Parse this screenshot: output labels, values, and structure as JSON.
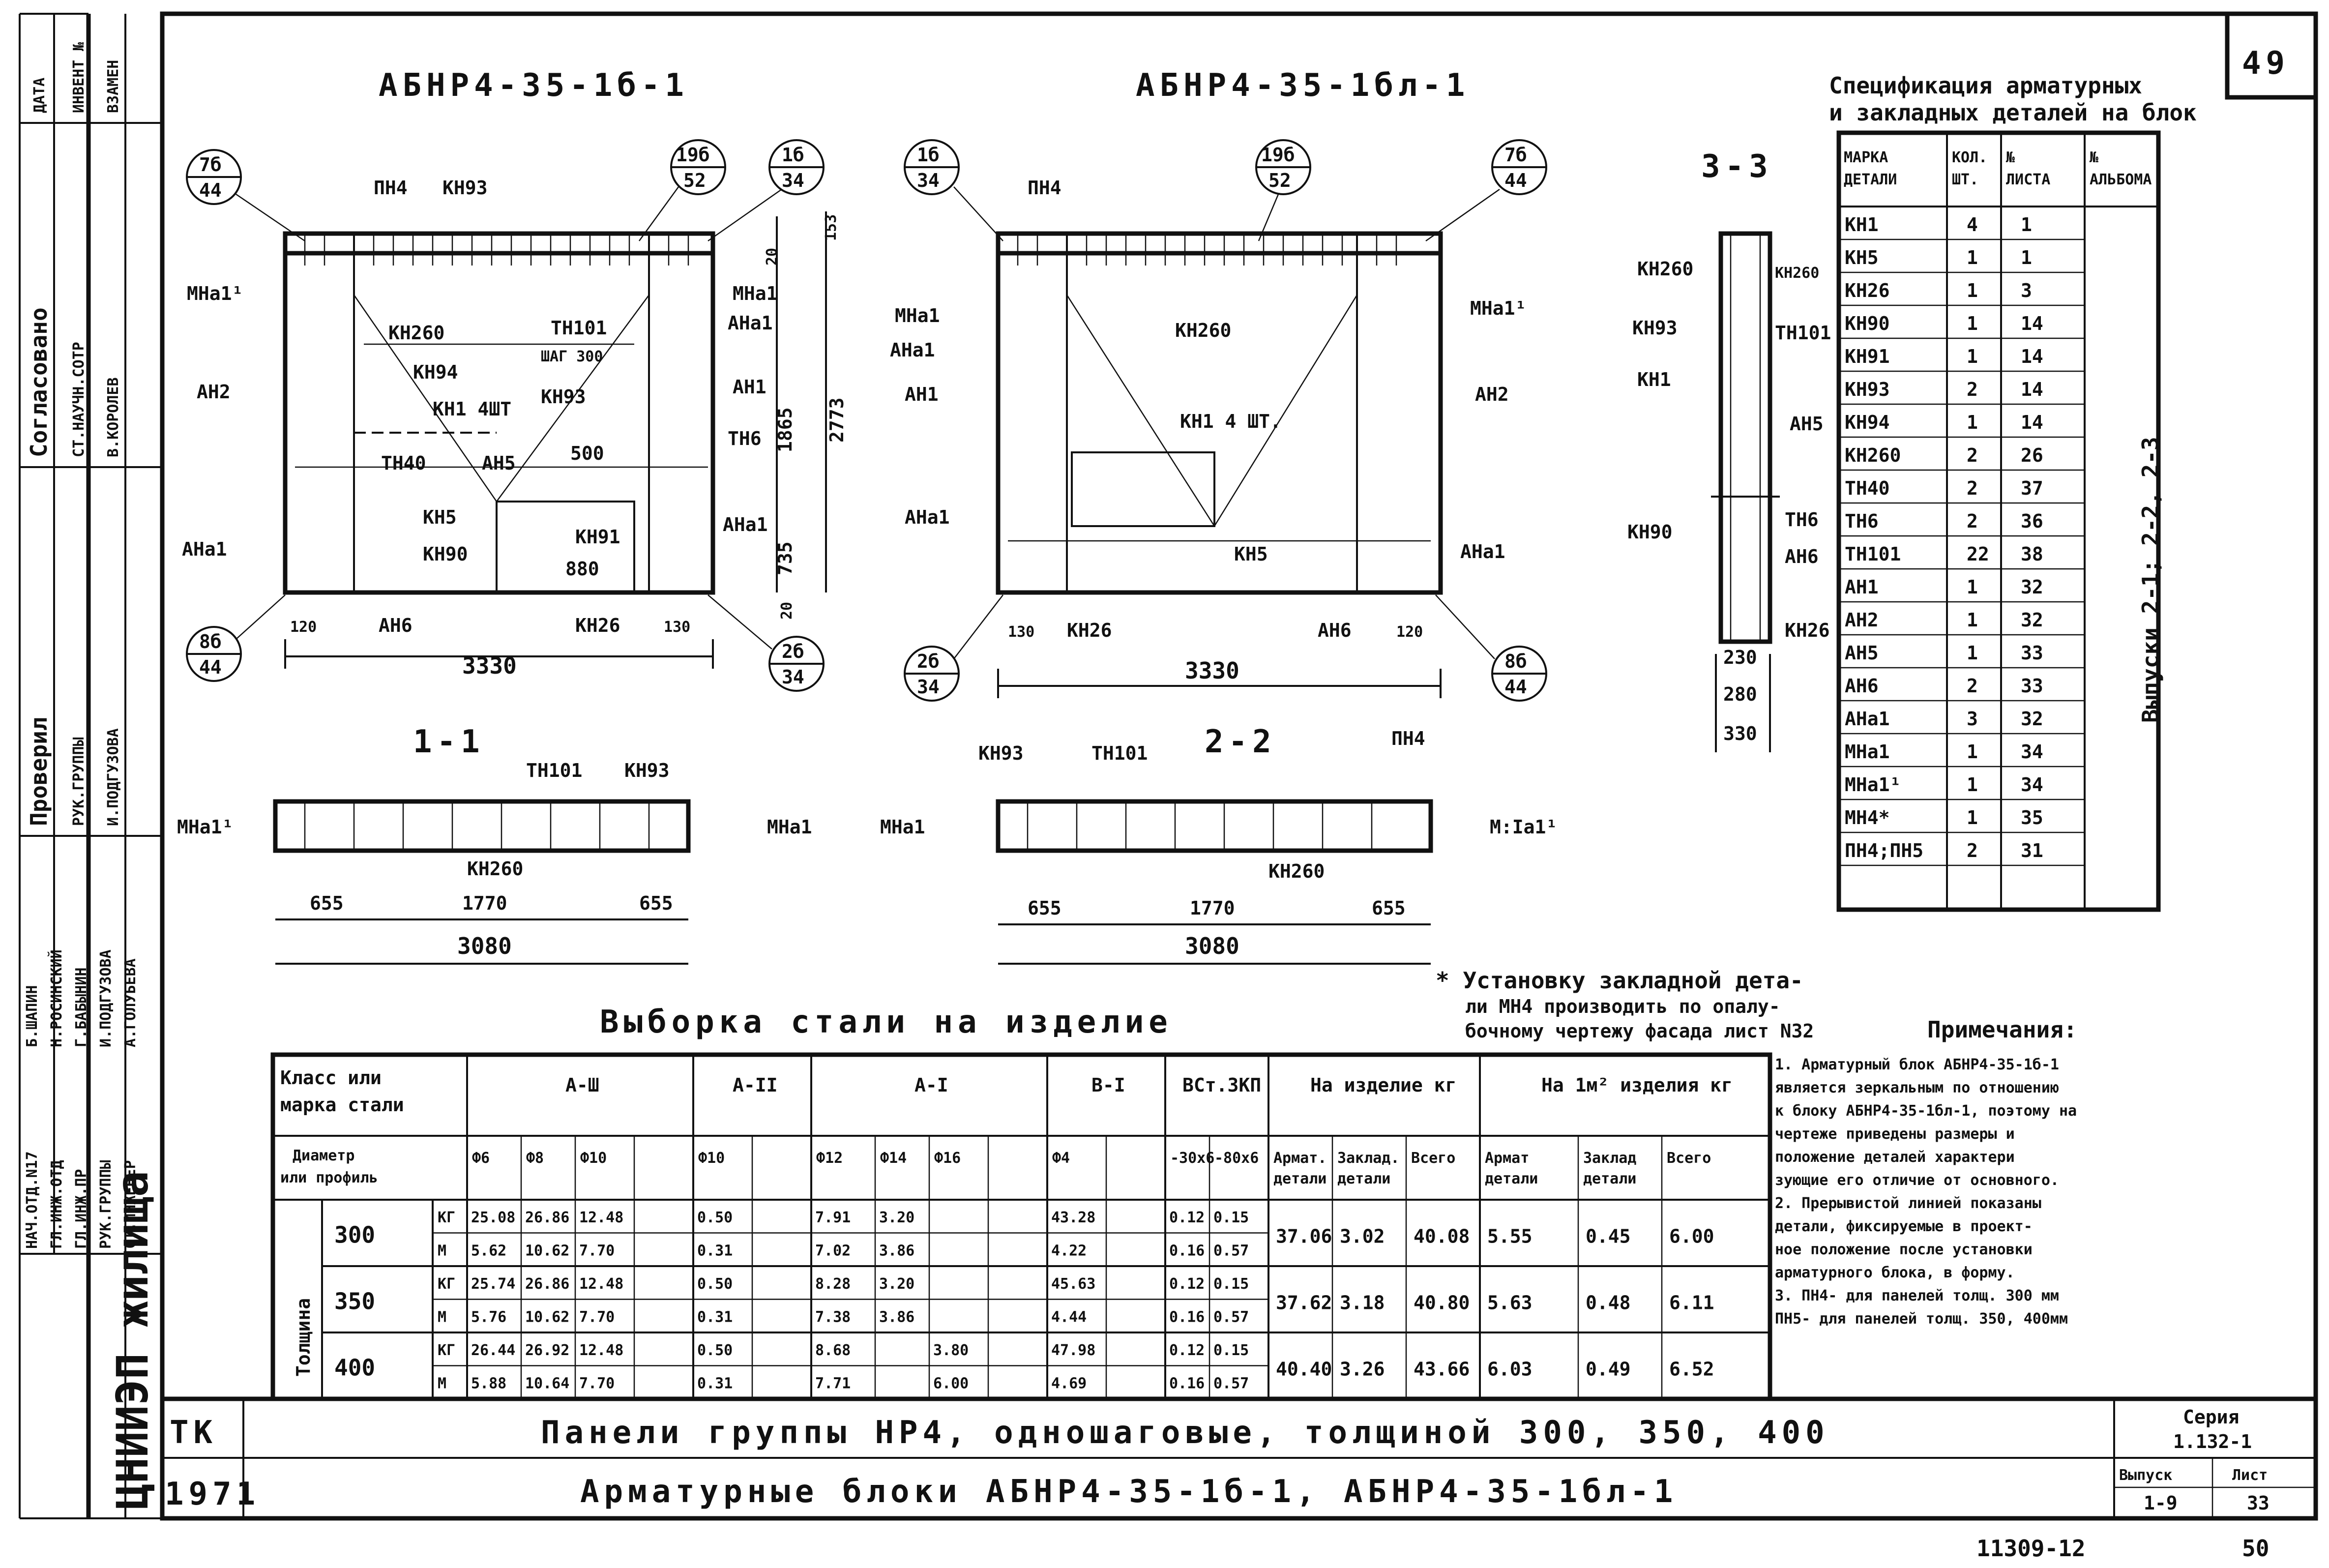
{
  "sheet_number": "49",
  "page_number": "50",
  "archive_number": "11309-12",
  "views": {
    "left_title": "АБНР4-35-1б-1",
    "right_title": "АБНР4-35-1бл-1",
    "section_33": "3-3",
    "section_11": "1-1",
    "section_22": "2-2"
  },
  "left_view": {
    "callouts": [
      {
        "top": "7б",
        "bottom": "44"
      },
      {
        "top": "19б",
        "bottom": "52"
      },
      {
        "top": "1б",
        "bottom": "34"
      },
      {
        "top": "8б",
        "bottom": "44"
      },
      {
        "top": "2б",
        "bottom": "34"
      }
    ],
    "labels": [
      "ПН4",
      "КН93",
      "МНа1¹",
      "КН260",
      "ТН101",
      "ШАГ 300",
      "КН94",
      "КН1 4ШТ",
      "КН93",
      "АН2",
      "ТН40",
      "АН5",
      "500",
      "КН5",
      "КН90",
      "КН91",
      "880",
      "АНа1",
      "АН6",
      "КН26",
      "АН1",
      "ТН6",
      "АНа1",
      "МНа1",
      "АНа1",
      "120",
      "130"
    ],
    "dims": {
      "total_width": "3330",
      "h1": "1865",
      "h2": "2773",
      "h3": "735",
      "h4": "153",
      "h5": "20",
      "h6": "20"
    }
  },
  "right_view": {
    "callouts": [
      {
        "top": "1б",
        "bottom": "34"
      },
      {
        "top": "19б",
        "bottom": "52"
      },
      {
        "top": "7б",
        "bottom": "44"
      },
      {
        "top": "2б",
        "bottom": "34"
      },
      {
        "top": "8б",
        "bottom": "44"
      }
    ],
    "labels": [
      "ПН4",
      "МНа1",
      "АНа1",
      "АН1",
      "КН260",
      "КН1 4 ШТ.",
      "АН2",
      "МНа1¹",
      "АНа1",
      "КН5",
      "АНа1",
      "КН26",
      "АН6",
      "130",
      "120"
    ],
    "dims": {
      "total_width": "3330"
    }
  },
  "section33": {
    "labels": [
      "КН260",
      "КН93",
      "КН1",
      "АН5",
      "КН90",
      "КН260",
      "ТН101",
      "ТН6",
      "АН6",
      "КН26"
    ],
    "dims": [
      "230",
      "280",
      "330"
    ]
  },
  "section11": {
    "labels": [
      "ТН101",
      "КН93",
      "МНа1¹",
      "МНа1",
      "КН260"
    ],
    "dims": [
      "655",
      "1770",
      "655",
      "3080"
    ]
  },
  "section22": {
    "labels": [
      "КН93",
      "ТН101",
      "ПН4",
      "МНа1",
      "М:Iа1¹",
      "КН260"
    ],
    "dims": [
      "655",
      "1770",
      "655",
      "3080"
    ]
  },
  "spec": {
    "title1": "Спецификация арматурных",
    "title2": "и закладных деталей на блок",
    "headers": [
      "МАРКА ДЕТАЛИ",
      "КОЛ. ШТ.",
      "№ ЛИСТА",
      "№ АЛЬБОМА"
    ],
    "rows": [
      [
        "КН1",
        "4",
        "1"
      ],
      [
        "КН5",
        "1",
        "1"
      ],
      [
        "КН26",
        "1",
        "3"
      ],
      [
        "КН90",
        "1",
        "14"
      ],
      [
        "КН91",
        "1",
        "14"
      ],
      [
        "КН93",
        "2",
        "14"
      ],
      [
        "КН94",
        "1",
        "14"
      ],
      [
        "КН260",
        "2",
        "26"
      ],
      [
        "ТН40",
        "2",
        "37"
      ],
      [
        "ТН6",
        "2",
        "36"
      ],
      [
        "ТН101",
        "22",
        "38"
      ],
      [
        "АН1",
        "1",
        "32"
      ],
      [
        "АН2",
        "1",
        "32"
      ],
      [
        "АН5",
        "1",
        "33"
      ],
      [
        "АН6",
        "2",
        "33"
      ],
      [
        "АНа1",
        "3",
        "32"
      ],
      [
        "МНа1",
        "1",
        "34"
      ],
      [
        "МНа1¹",
        "1",
        "34"
      ],
      [
        "МН4*",
        "1",
        "35"
      ],
      [
        "ПН4;ПН5",
        "2",
        "31"
      ]
    ],
    "album_note": "Выпуски 2-1; 2-2, 2-3"
  },
  "footnote": "* Установку закладной детали МН4 производить по опалубочному чертежу фасада лист N32",
  "footnote_lines": [
    "* Установку закладной дета-",
    "ли МН4 производить по опалу-",
    "бочному чертежу фасада лист N32"
  ],
  "notes": {
    "title": "Примечания:",
    "lines": [
      "1. Арматурный блок АБНР4-35-1б-1",
      "является зеркальным по отношению",
      "к блоку АБНР4-35-1бл-1, поэтому на",
      "чертеже приведены размеры и",
      "положение деталей характери",
      "зующие его отличие от основного.",
      "2. Прерывистой линией показаны",
      "детали, фиксируемые в проект-",
      "ное положение после установки",
      "арматурного блока, в форму.",
      "3. ПН4- для панелей толщ. 300 мм",
      "ПН5- для панелей толщ. 350, 400мм"
    ]
  },
  "steel": {
    "title": "Выборка стали на изделие",
    "h_class": "Класс или марка стали",
    "h_diam": "Диаметр или профиль",
    "h_thickness": "Толщина",
    "groups": [
      {
        "label": "А-Ш",
        "cols": [
          "Ф6",
          "Ф8",
          "Ф10",
          ""
        ]
      },
      {
        "label": "А-II",
        "cols": [
          "Ф10",
          ""
        ]
      },
      {
        "label": "А-I",
        "cols": [
          "Ф12",
          "Ф14",
          "Ф16",
          ""
        ]
      },
      {
        "label": "В-I",
        "cols": [
          "Ф4",
          ""
        ]
      },
      {
        "label": "ВСт.3КП",
        "cols": [
          "-30х6",
          "-80х6"
        ]
      },
      {
        "label": "На изделие кг",
        "cols": [
          "Армат. детали",
          "Заклад. детали",
          "Всего"
        ]
      },
      {
        "label": "На 1м² изделия кг",
        "cols": [
          "Армат детали",
          "Заклад детали",
          "Всего"
        ]
      }
    ],
    "rows": [
      {
        "t": "300",
        "u": [
          "КГ",
          "М"
        ],
        "v": [
          [
            "25.08",
            "26.86",
            "12.48",
            "",
            "0.50",
            "",
            "7.91",
            "3.20",
            "",
            "",
            "43.28",
            "",
            "0.12",
            "0.15"
          ],
          [
            "5.62",
            "10.62",
            "7.70",
            "",
            "0.31",
            "",
            "7.02",
            "3.86",
            "",
            "",
            "4.22",
            "",
            "0.16",
            "0.57"
          ]
        ],
        "tot": [
          "37.06",
          "3.02",
          "40.08",
          "5.55",
          "0.45",
          "6.00"
        ]
      },
      {
        "t": "350",
        "u": [
          "КГ",
          "М"
        ],
        "v": [
          [
            "25.74",
            "26.86",
            "12.48",
            "",
            "0.50",
            "",
            "8.28",
            "3.20",
            "",
            "",
            "45.63",
            "",
            "0.12",
            "0.15"
          ],
          [
            "5.76",
            "10.62",
            "7.70",
            "",
            "0.31",
            "",
            "7.38",
            "3.86",
            "",
            "",
            "4.44",
            "",
            "0.16",
            "0.57"
          ]
        ],
        "tot": [
          "37.62",
          "3.18",
          "40.80",
          "5.63",
          "0.48",
          "6.11"
        ]
      },
      {
        "t": "400",
        "u": [
          "КГ",
          "М"
        ],
        "v": [
          [
            "26.44",
            "26.92",
            "12.48",
            "",
            "0.50",
            "",
            "8.68",
            "",
            "3.80",
            "",
            "47.98",
            "",
            "0.12",
            "0.15"
          ],
          [
            "5.88",
            "10.64",
            "7.70",
            "",
            "0.31",
            "",
            "7.71",
            "",
            "6.00",
            "",
            "4.69",
            "",
            "0.16",
            "0.57"
          ]
        ],
        "tot": [
          "40.40",
          "3.26",
          "43.66",
          "6.03",
          "0.49",
          "6.52"
        ]
      }
    ]
  },
  "title_block": {
    "tk": "ТК",
    "year": "1971",
    "line1": "Панели группы НР4, одношаговые, толщиной 300, 350, 400",
    "line2": "Арматурные блоки АБНР4-35-1б-1, АБНР4-35-1бл-1",
    "seria_label": "Серия",
    "seria": "1.132-1",
    "vyp_label": "Выпуск",
    "vyp": "1-9",
    "list_label": "Лист",
    "list": "33",
    "org": "ЦНИИЭП жилища"
  },
  "side_stamp": {
    "agreed": "Согласовано",
    "checked": "Проверил",
    "columns": [
      "ДАТА",
      "ИНВЕНТ №",
      "ВЗАМЕН"
    ],
    "roles": [
      "НАЧ.ОТД.N17",
      "ГЛ.ИНЖ.ОТД",
      "ГЛ.ИНЖ.ПР",
      "РУК.ГРУППЫ",
      "СТ.ИНЖЕНЕР"
    ],
    "names": [
      "Б.ШАПИН",
      "Н.РОСИНСКИЙ",
      "Г.БАБЫНИН",
      "И.ПОДГУЗОВА",
      "А.ГОЛУБЕВА"
    ],
    "agree_roles": [
      "СТ.НАУЧН.СОТР",
      "В.КОРОЛЕВ"
    ],
    "check_roles": [
      "РУК.ГРУППЫ",
      "И.ПОДГУЗОВА"
    ]
  }
}
